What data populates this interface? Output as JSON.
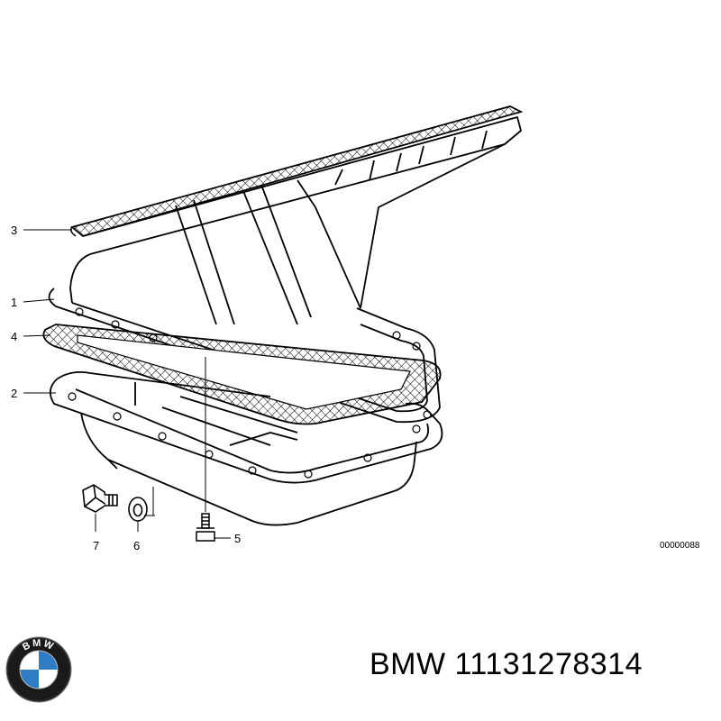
{
  "callouts": [
    "1",
    "2",
    "3",
    "4",
    "5",
    "6",
    "7"
  ],
  "diagram_code": "00000088",
  "logo": {
    "text": "BMW",
    "colors": {
      "ring": "#1a1a1a",
      "blue": "#2d7cc4",
      "white": "#ffffff"
    }
  },
  "caption": {
    "brand": "BMW",
    "part_number": "11131278314"
  }
}
